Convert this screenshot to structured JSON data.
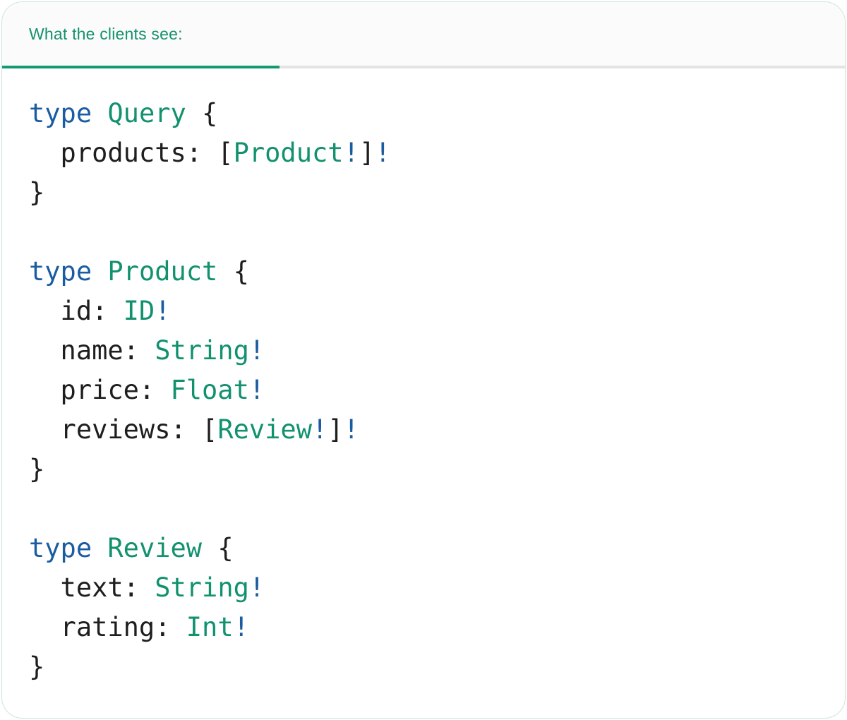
{
  "panel": {
    "tab_label": "What the clients see:"
  },
  "colors": {
    "tab_text": "#14916d",
    "tab_underline": "#149a73",
    "header_bg": "#fbfbfb",
    "divider": "#e3e3e3",
    "card_border": "#cfe4d6",
    "tok_plain": "#1e1e1e",
    "tok_keyword": "#1a5ca1",
    "tok_typename": "#12916f",
    "tok_bang": "#1a5ca1"
  },
  "code": {
    "language": "graphql",
    "lines": [
      {
        "segments": [
          {
            "text": "type",
            "style": "keyword"
          },
          {
            "text": " ",
            "style": "plain"
          },
          {
            "text": "Query",
            "style": "typename"
          },
          {
            "text": " {",
            "style": "plain"
          }
        ]
      },
      {
        "segments": [
          {
            "text": "  products: [",
            "style": "plain"
          },
          {
            "text": "Product",
            "style": "typename"
          },
          {
            "text": "!",
            "style": "bang"
          },
          {
            "text": "]",
            "style": "plain"
          },
          {
            "text": "!",
            "style": "bang"
          }
        ]
      },
      {
        "segments": [
          {
            "text": "}",
            "style": "plain"
          }
        ]
      },
      {
        "segments": []
      },
      {
        "segments": [
          {
            "text": "type",
            "style": "keyword"
          },
          {
            "text": " ",
            "style": "plain"
          },
          {
            "text": "Product",
            "style": "typename"
          },
          {
            "text": " {",
            "style": "plain"
          }
        ]
      },
      {
        "segments": [
          {
            "text": "  id: ",
            "style": "plain"
          },
          {
            "text": "ID",
            "style": "typename"
          },
          {
            "text": "!",
            "style": "bang"
          }
        ]
      },
      {
        "segments": [
          {
            "text": "  name: ",
            "style": "plain"
          },
          {
            "text": "String",
            "style": "typename"
          },
          {
            "text": "!",
            "style": "bang"
          }
        ]
      },
      {
        "segments": [
          {
            "text": "  price: ",
            "style": "plain"
          },
          {
            "text": "Float",
            "style": "typename"
          },
          {
            "text": "!",
            "style": "bang"
          }
        ]
      },
      {
        "segments": [
          {
            "text": "  reviews: [",
            "style": "plain"
          },
          {
            "text": "Review",
            "style": "typename"
          },
          {
            "text": "!",
            "style": "bang"
          },
          {
            "text": "]",
            "style": "plain"
          },
          {
            "text": "!",
            "style": "bang"
          }
        ]
      },
      {
        "segments": [
          {
            "text": "}",
            "style": "plain"
          }
        ]
      },
      {
        "segments": []
      },
      {
        "segments": [
          {
            "text": "type",
            "style": "keyword"
          },
          {
            "text": " ",
            "style": "plain"
          },
          {
            "text": "Review",
            "style": "typename"
          },
          {
            "text": " {",
            "style": "plain"
          }
        ]
      },
      {
        "segments": [
          {
            "text": "  text: ",
            "style": "plain"
          },
          {
            "text": "String",
            "style": "typename"
          },
          {
            "text": "!",
            "style": "bang"
          }
        ]
      },
      {
        "segments": [
          {
            "text": "  rating: ",
            "style": "plain"
          },
          {
            "text": "Int",
            "style": "typename"
          },
          {
            "text": "!",
            "style": "bang"
          }
        ]
      },
      {
        "segments": [
          {
            "text": "}",
            "style": "plain"
          }
        ]
      }
    ]
  }
}
